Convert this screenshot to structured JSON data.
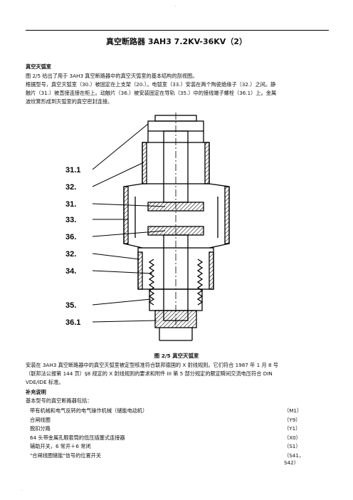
{
  "header_mark": "·",
  "title": "真空断路器 3AH3 7.2KV-36KV（2）",
  "section_heading": "真空灭弧室",
  "intro_lines": [
    "图 2/5 给出了用于 3AH3 真空断路器中的真空灭弧室的基本结构的剖视图。",
    "根据型号，真空灭弧室（30.）被固定在上支架（20.）。电弧室（33.）安装在两个陶瓷绝缘子（32.）之间。静",
    "触片（31.）被直接连接在柜上。动触片（36.）被安装固定在导轨（35.）中的接线端子螺栓（36.1）上。金属",
    "波纹簧形成到灭弧室的真空密封连接。"
  ],
  "figure": {
    "caption": "图 2/5 真空灭弧室",
    "labels": [
      "31.1",
      "32.",
      "31.",
      "33.",
      "36.",
      "32.",
      "34.",
      "35.",
      "36.1"
    ]
  },
  "after_lines": [
    "安装在 3AH3 真空断路器中的真空灭弧室被定型核准符合联邦德国的 X 射线规则。它们符合 1987 年 1 月 8 号",
    "（联邦法公报第 144 页）§8 规定的 X 射线规则的要求和附件 III 第 5 部分规定的额定瞬间交流电压符合 DIN",
    "VDE/IDE 标准。"
  ],
  "supplement_heading": "补充说明",
  "supplement_intro": "基本型号的真空断路器包括：",
  "components": [
    {
      "label": "带有机械和电气反转的电气操作机械（储能电动机）",
      "code": "（M1）"
    },
    {
      "label": "合闸线圈",
      "code": "（Y9）"
    },
    {
      "label": "脱扣分路",
      "code": "（Y1）"
    },
    {
      "label": "64 头带金属孔眼套筒的低压插塞式连接器",
      "code": "（X0）"
    },
    {
      "label": "辅助开关，6 常开＋6 常闭",
      "code": "（S1）"
    },
    {
      "label": "\"合闸线圈储能\"信号的位置开关",
      "code": "（S41，S42）"
    }
  ],
  "footer_mark": "·"
}
